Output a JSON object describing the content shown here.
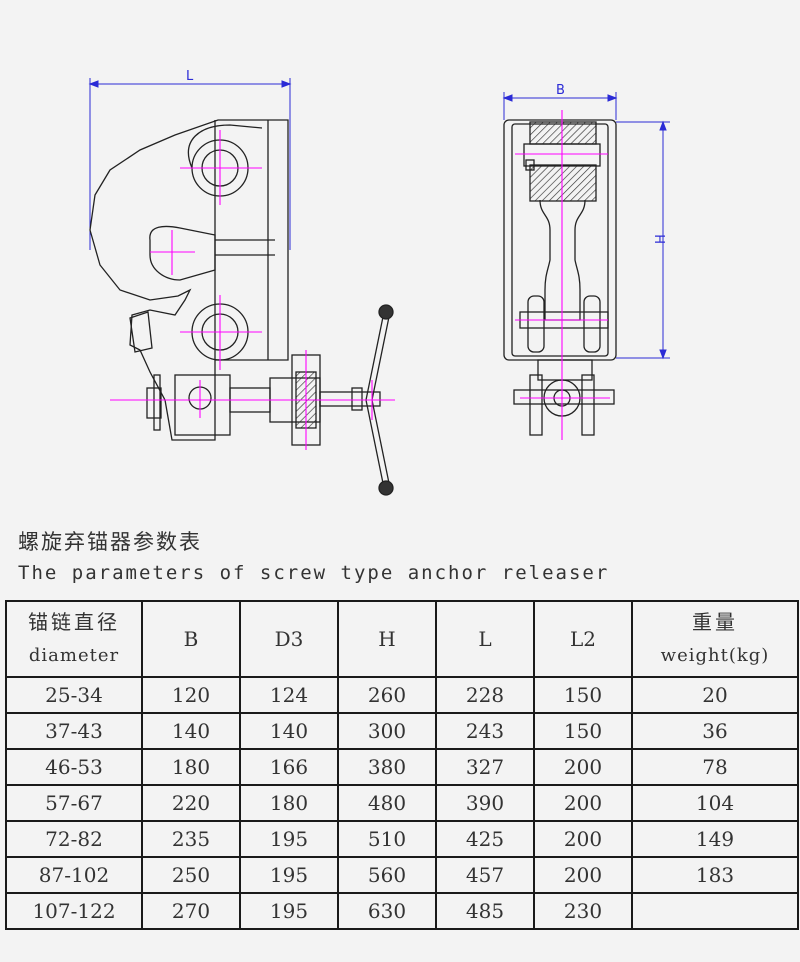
{
  "drawing": {
    "dim_L": "L",
    "dim_B": "B",
    "dim_H": "H"
  },
  "caption": {
    "title_cn": "螺旋弃锚器参数表",
    "title_en": "The parameters of screw type anchor releaser"
  },
  "table": {
    "headers": [
      {
        "cn": "锚链直径",
        "en": "diameter"
      },
      {
        "text": "B"
      },
      {
        "text": "D3"
      },
      {
        "text": "H"
      },
      {
        "text": "L"
      },
      {
        "text": "L2"
      },
      {
        "cn": "重量",
        "en": "weight(kg)"
      }
    ],
    "rows": [
      [
        "25-34",
        "120",
        "124",
        "260",
        "228",
        "150",
        "20"
      ],
      [
        "37-43",
        "140",
        "140",
        "300",
        "243",
        "150",
        "36"
      ],
      [
        "46-53",
        "180",
        "166",
        "380",
        "327",
        "200",
        "78"
      ],
      [
        "57-67",
        "220",
        "180",
        "480",
        "390",
        "200",
        "104"
      ],
      [
        "72-82",
        "235",
        "195",
        "510",
        "425",
        "200",
        "149"
      ],
      [
        "87-102",
        "250",
        "195",
        "560",
        "457",
        "200",
        "183"
      ],
      [
        "107-122",
        "270",
        "195",
        "630",
        "485",
        "230",
        ""
      ]
    ]
  },
  "colors": {
    "dimension": "#2b2bd6",
    "centerline": "#ff00ff",
    "outline": "#222222"
  }
}
